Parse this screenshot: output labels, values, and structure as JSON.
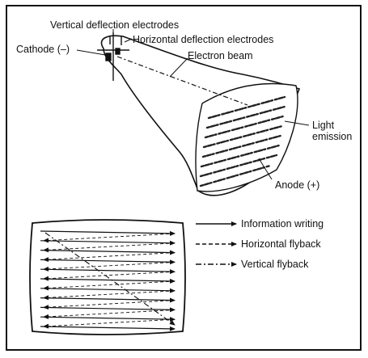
{
  "labels": {
    "vertical_deflection": "Vertical deflection electrodes",
    "horizontal_deflection": "Horizontal deflection electrodes",
    "cathode": "Cathode (–)",
    "electron_beam": "Electron beam",
    "light_emission_line1": "Light",
    "light_emission_line2": "emission",
    "anode": "Anode (+)"
  },
  "legend": {
    "information_writing": "Information writing",
    "horizontal_flyback": "Horizontal flyback",
    "vertical_flyback": "Vertical flyback"
  },
  "raster": {
    "scan_lines": 11
  }
}
